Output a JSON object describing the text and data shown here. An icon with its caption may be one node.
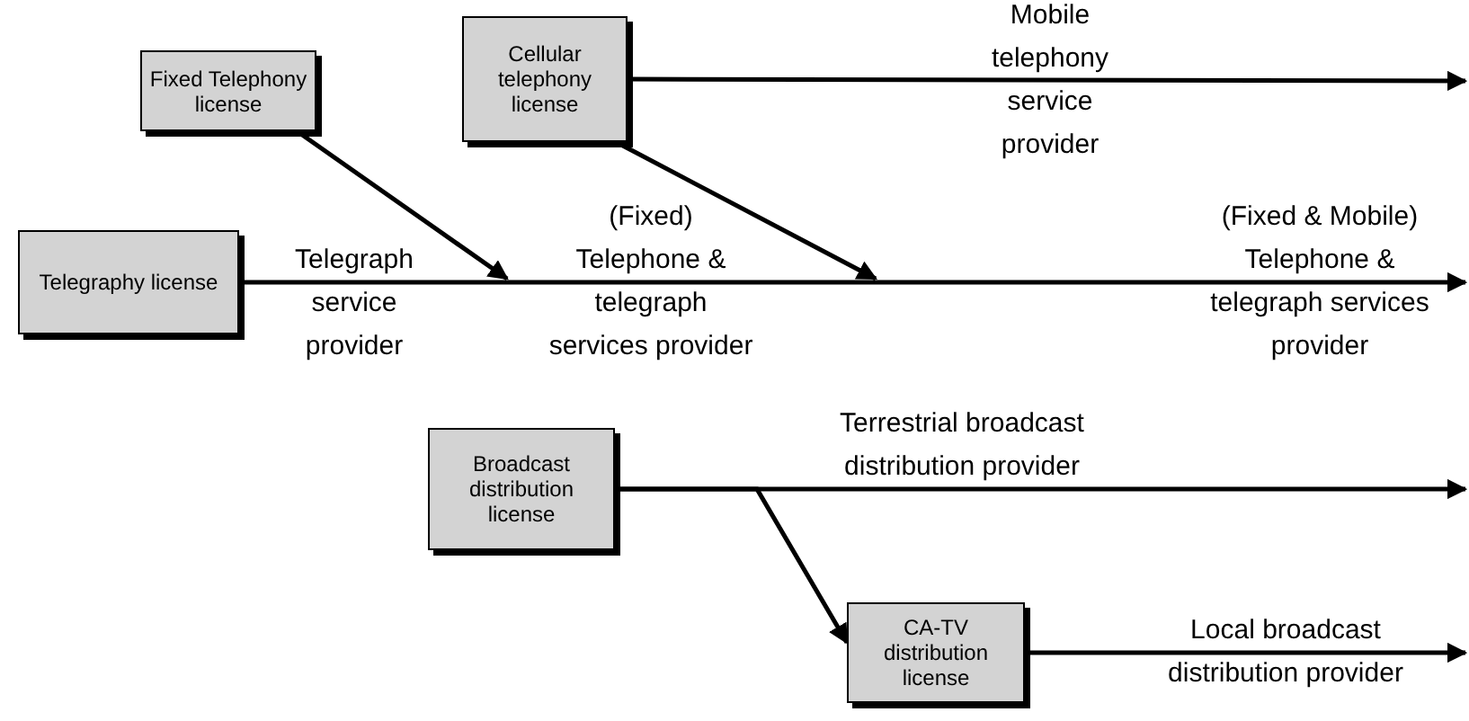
{
  "diagram": {
    "nodes": [
      {
        "text": [
          "Fixed Telephony license"
        ]
      },
      {
        "text": [
          "Cellular telephony license"
        ]
      },
      {
        "text": [
          "Telegraphy license"
        ]
      },
      {
        "text": [
          "Broadcast distribution license"
        ]
      },
      {
        "text": [
          "CA-TV distribution license"
        ]
      }
    ],
    "edges": [
      {
        "from": 2,
        "to": null,
        "arrow": "to"
      },
      {
        "from": 0,
        "to": null,
        "arrow": "to"
      },
      {
        "from": 1,
        "to": null,
        "arrow": "to",
        "label": "Mobile telephony service provider"
      },
      {
        "from": 1,
        "to": null,
        "arrow": "to"
      },
      {
        "from": 3,
        "to": null,
        "arrow": "to",
        "label": "Terrestrial broadcast distribution provider"
      },
      {
        "from": 3,
        "to": 4,
        "arrow": "to"
      },
      {
        "from": 4,
        "to": null,
        "arrow": "to",
        "label": "Local broadcast distribution provider"
      }
    ],
    "labels": [
      "Telegraph service provider",
      "(Fixed) Telephone & telegraph services provider",
      "(Fixed & Mobile) Telephone & telegraph services provider"
    ]
  }
}
